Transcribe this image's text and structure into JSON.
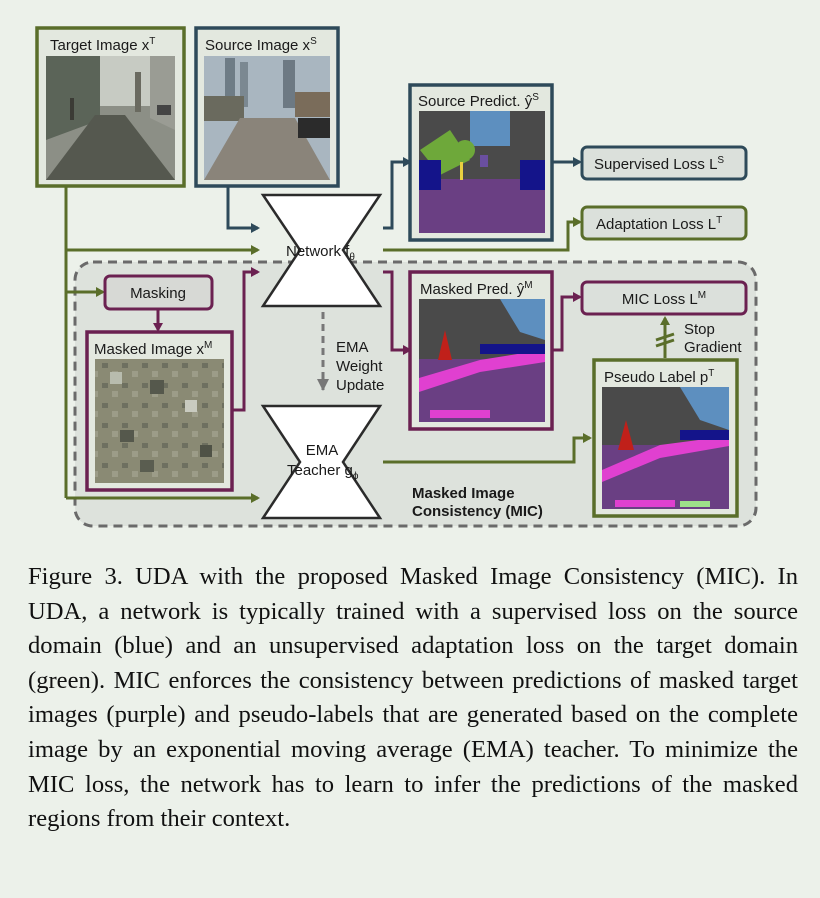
{
  "colors": {
    "green": "#5a6e2a",
    "blue": "#2e4a5a",
    "purple": "#6b2151",
    "pred_purple": "#6a3f83",
    "pred_blue": "#14148a",
    "pink": "#e040d0",
    "sky": "#5d8fbf",
    "road_gray": "#4a4a4a"
  },
  "diagram": {
    "target_image": "Target Image x",
    "target_image_sup": "T",
    "source_image": "Source Image x",
    "source_image_sup": "S",
    "source_predict": "Source Predict. ŷ",
    "source_predict_sup": "S",
    "supervised_loss": "Supervised Loss L",
    "supervised_loss_sup": "S",
    "adaptation_loss": "Adaptation Loss L",
    "adaptation_loss_sup": "T",
    "network": "Network f",
    "network_sub": "θ",
    "masking": "Masking",
    "masked_image": "Masked Image x",
    "masked_image_sup": "M",
    "masked_pred": "Masked Pred. ŷ",
    "masked_pred_sup": "M",
    "mic_loss": "MIC Loss L",
    "mic_loss_sup": "M",
    "stop_gradient_1": "Stop",
    "stop_gradient_2": "Gradient",
    "ema_update_1": "EMA",
    "ema_update_2": "Weight",
    "ema_update_3": "Update",
    "teacher_1": "EMA",
    "teacher_2": "Teacher g",
    "teacher_sub": "ϕ",
    "pseudo_label": "Pseudo Label p",
    "pseudo_label_sup": "T",
    "mic_region_1": "Masked Image",
    "mic_region_2": "Consistency (MIC)"
  },
  "caption": "Figure 3. UDA with the proposed Masked Image Consistency (MIC). In UDA, a network is typically trained with a supervised loss on the source domain (blue) and an unsupervised adaptation loss on the target domain (green). MIC enforces the consistency between predictions of masked target images (purple) and pseudo-labels that are generated based on the complete image by an exponential moving average (EMA) teacher. To minimize the MIC loss, the network has to learn to infer the predictions of the masked regions from their context."
}
